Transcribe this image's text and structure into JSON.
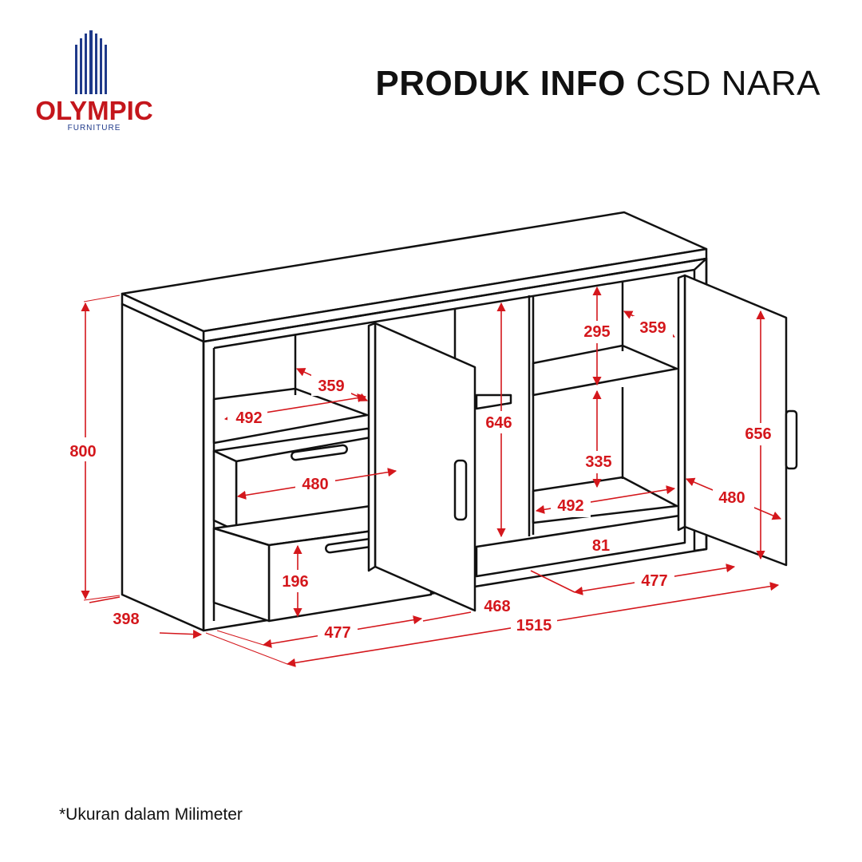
{
  "header": {
    "title_bold": "PRODUK INFO",
    "title_regular": "CSD NARA"
  },
  "brand": {
    "name": "OLYMPIC",
    "tagline": "FURNITURE",
    "blue": "#1f3a8a",
    "red": "#c4161c"
  },
  "diagram": {
    "line_color": "#111111",
    "dimension_color": "#d4171c",
    "dimensions": {
      "height_total": "800",
      "depth_total": "398",
      "width_total": "1515",
      "drawer_section_width": "477",
      "door_section_width_right": "477",
      "door_width_middle": "468",
      "left_shelf_width": "492",
      "left_shelf_depth": "359",
      "drawer_width": "480",
      "drawer_height": "196",
      "middle_inner_height": "646",
      "right_upper_height": "295",
      "right_upper_depth": "359",
      "right_lower_height": "335",
      "right_bottom_width": "492",
      "plinth_height": "81",
      "right_door_height": "656",
      "right_door_width": "480"
    }
  },
  "footnote": "*Ukuran dalam Milimeter"
}
